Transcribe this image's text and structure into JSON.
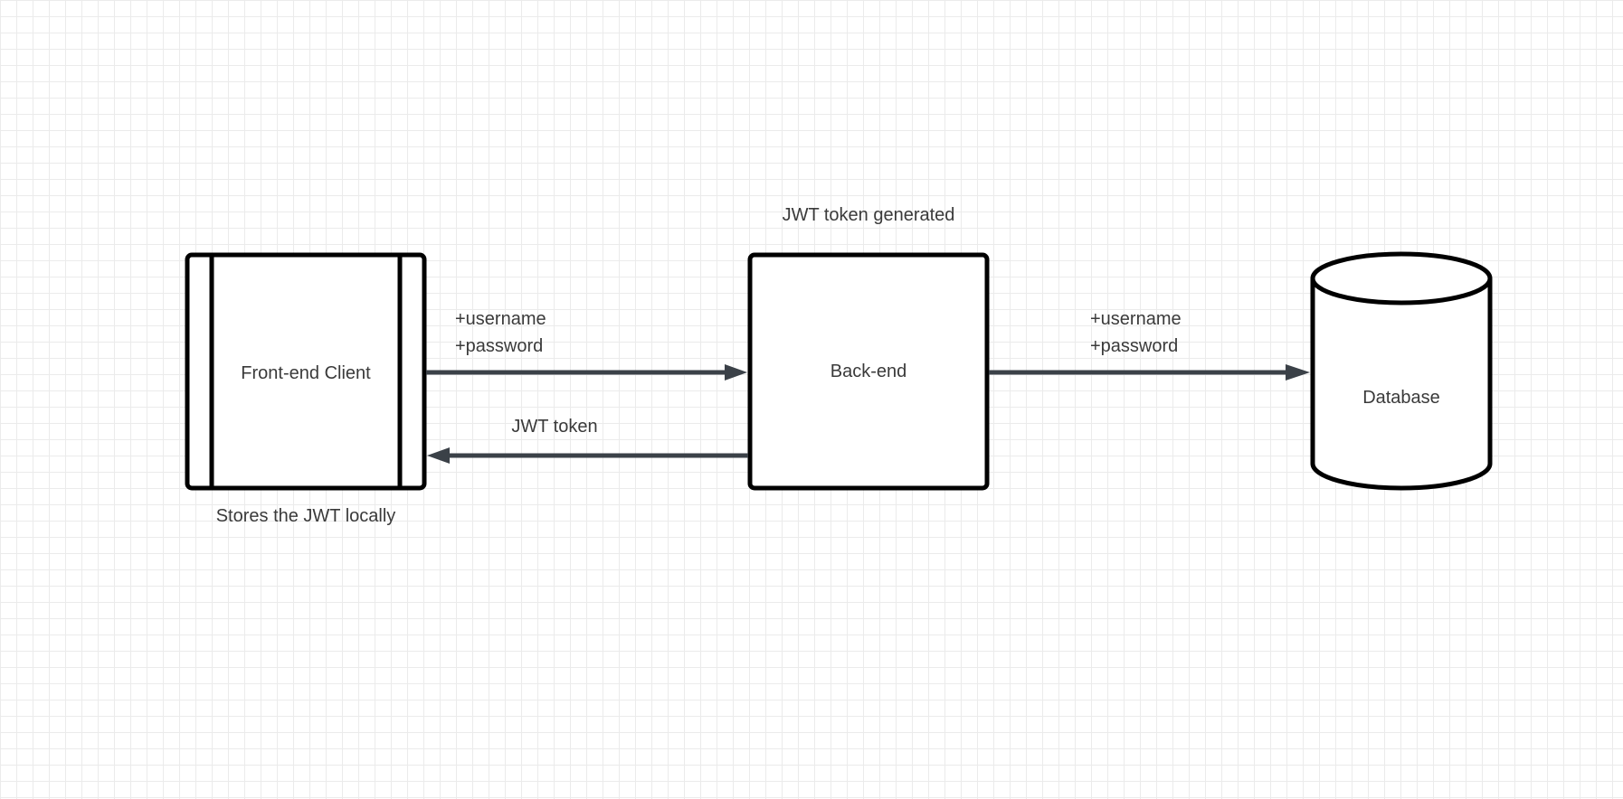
{
  "diagram": {
    "nodes": {
      "client": {
        "label": "Front-end Client",
        "caption": "Stores the JWT locally"
      },
      "backend": {
        "label": "Back-end",
        "caption": "JWT token generated"
      },
      "database": {
        "label": "Database"
      }
    },
    "edges": {
      "client_to_backend": {
        "line1": "+username",
        "line2": "+password"
      },
      "backend_to_client": {
        "label": "JWT token"
      },
      "backend_to_database": {
        "line1": "+username",
        "line2": "+password"
      }
    }
  }
}
